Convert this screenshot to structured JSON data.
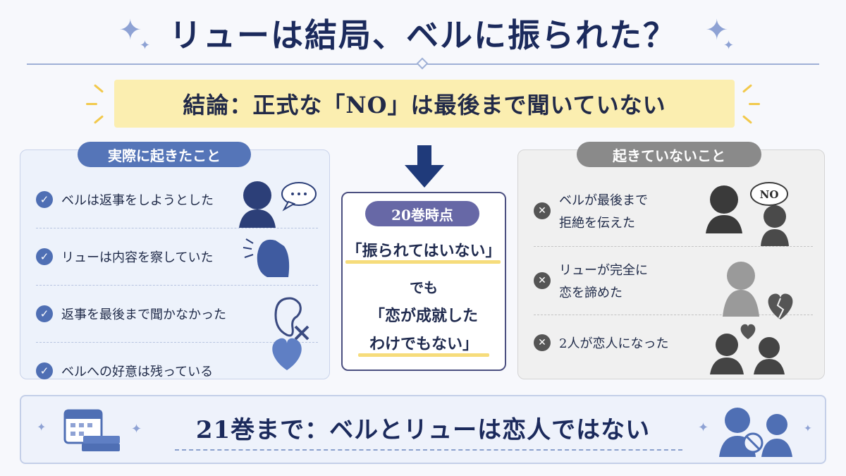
{
  "title": "リューは結局、ベルに振られた？",
  "conclusion": "結論：正式な「NO」は最後まで聞いていない",
  "happened": {
    "heading": "実際に起きたこと",
    "items": [
      {
        "label": "ベルは返事をしようとした"
      },
      {
        "label": "リューは内容を察していた"
      },
      {
        "label": "返事を最後まで聞かなかった"
      },
      {
        "label": "ベルへの好意は残っている"
      }
    ],
    "bubble_text": "…"
  },
  "center": {
    "badge": "20巻時点",
    "line1": "「振られてはいない」",
    "line2": "でも",
    "line3": "「恋が成就した",
    "line4": "わけでもない」"
  },
  "not_happened": {
    "heading": "起きていないこと",
    "items": [
      {
        "label_a": "ベルが最後まで",
        "label_b": "拒絶を伝えた"
      },
      {
        "label_a": "リューが完全に",
        "label_b": "恋を諦めた"
      },
      {
        "label_a": "2人が恋人になった",
        "label_b": ""
      }
    ],
    "bubble_text": "NO"
  },
  "bottom": {
    "text": "21巻まで：ベルとリューは恋人ではない"
  },
  "colors": {
    "accent_blue": "#4f6fb4",
    "navy": "#1b2a5c",
    "highlight_yellow": "#fbeeb0",
    "gray": "#8a8a8a"
  },
  "icons": [
    "check-icon",
    "x-icon",
    "arrow-down-icon",
    "ear-icon",
    "heart-icon",
    "broken-heart-icon",
    "calendar-icon",
    "books-icon",
    "sparkle-icon",
    "speech-bubble-icon"
  ]
}
